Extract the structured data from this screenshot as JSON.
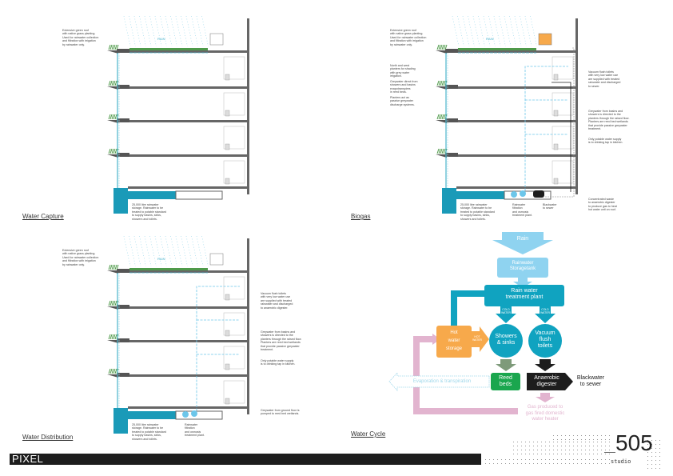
{
  "panels": {
    "water_capture": {
      "title": "Water Capture",
      "rain_label": "RAIN",
      "notes": {
        "roof": "Extensive green roof\nwith native grass planting.\nUsed for rainwater collection\nand filtration with irrigation\nby rainwater only.",
        "storage": "25,000 litre rainwater\nstorage. Rainwater to be\ntreated to potable standard\nto supply basins, sinks,\nshowers and toilets."
      }
    },
    "biogas": {
      "title": "Biogas",
      "rain_label": "RAIN",
      "notes": {
        "roof": "Extensive green roof\nwith native grass planting.\nUsed for rainwater collection\nand filtration with irrigation\nby rainwater only.",
        "planters": "North and west\nplanters for shading\nwith grey water\nirrigation.",
        "greywater_direct": "Greywater direct from\nshowers and basins\nevapotranspires\nin reed beds.",
        "planters_passive": "Planters act as\npassive greywater\ndischarge systems.",
        "vacuum": "Vacuum flush toilets\nwith very low water use\nare supplied with treated\nrainwater and discharged\nto sewer.",
        "greywater_basins": "Greywater from basins and\nshowers is directed to the\nplanters through the raised floor.\nPlanters are reed bed wetlands\nthat provide passive greywater\ntreatment.",
        "potable": "Only potable water supply\nis to drinking tap in kitchen.",
        "storage": "25,000 litre rainwater\nstorage. Rainwater to be\ntreated to potable standard\nto supply basins, sinks,\nshowers and toilets.",
        "filtration": "Rainwater\nfiltration\nand osmosis\ntreatment plant.",
        "blackwater": "Blackwater\nto sewer",
        "concentrated": "Concentrated waste\nto anaerobic digester\nto produce gas to heat\nhot water unit on roof."
      }
    },
    "water_distribution": {
      "title": "Water Distribution",
      "rain_label": "RAIN",
      "notes": {
        "roof": "Extensive green roof\nwith native grass planting.\nUsed for rainwater collection\nand filtration with irrigation\nby rainwater only.",
        "vacuum": "Vacuum flush toilets\nwith very low water use\nare supplied with treated\nrainwater and discharged\nto anaerobic digester.",
        "greywater_basins": "Greywater from basins and\nshowers is directed to the\nplanters through the raised floor.\nPlanters are reed bed wetlands\nthat provide passive greywater\ntreatment.",
        "potable": "Only potable water supply\nis to drinking tap in kitchen.",
        "ground_floor": "Greywater from ground floor is\npumped to reed bed wetlands.",
        "storage": "25,000 litre rainwater\nstorage. Rainwater to be\ntreated to potable standard\nto supply basins, sinks,\nshowers and toilets.",
        "filtration": "Rainwater\nfiltration\nand osmosis\ntreatment plant."
      }
    },
    "water_cycle": {
      "title": "Water Cycle",
      "nodes": {
        "rain": "Rain",
        "storage_tank": "Rainwater\nStoragetank",
        "treatment": "Rain water\ntreatment plant",
        "cold_water_1": "COLD\nWATER",
        "cold_water_2": "COLD\nWATER",
        "hot_storage": "Hot\nwater\nstorage",
        "hot_water": "HOT\nWATER",
        "showers": "Showers\n& sinks",
        "toilets": "Vacuum\nflush\ntoilets",
        "reed_beds": "Reed\nbeds",
        "digester": "Anaerobic\ndigester",
        "blackwater": "Blackwater\nto sewer",
        "evaporation": "Evaporation & transpiration",
        "gas": "Gas produced to\ngas fired domestic\nwater heater"
      },
      "colors": {
        "light_blue": "#8fd3f0",
        "sky": "#6cc6ea",
        "teal": "#10a3c0",
        "orange": "#f7a94b",
        "green": "#1aa64e",
        "grey_green": "#7e9a7a",
        "black": "#1d1d1d",
        "pink": "#e2b4cf"
      }
    }
  },
  "footer": {
    "brand": "PIXEL",
    "studio_number": "505",
    "studio_label": "studio"
  }
}
